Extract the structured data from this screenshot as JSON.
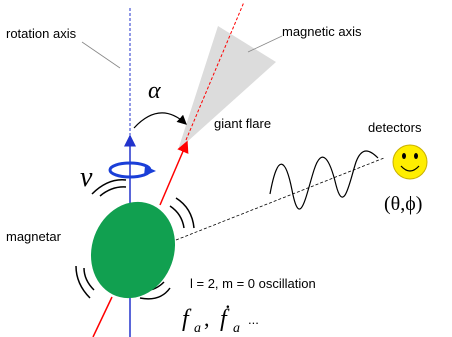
{
  "labels": {
    "rotation_axis": "rotation axis",
    "magnetic_axis": "magnetic axis",
    "alpha": "α",
    "giant_flare": "giant flare",
    "detectors": "detectors",
    "nu": "ν",
    "magnetar": "magnetar",
    "oscillation": "l = 2, m = 0 oscillation",
    "angles": "(θ,ϕ)",
    "freq_f": "f",
    "freq_sub": "a",
    "freq_comma": ",",
    "freq_fdot": "ḟ",
    "freq_sub2": "a",
    "freq_ellipsis": "..."
  },
  "colors": {
    "rotation_axis": "#2233cc",
    "magnetic_axis": "#ff0000",
    "magnetar": "#11a050",
    "flare_cone": "#dcdcdc",
    "spin_arrow": "#1a3fd8",
    "smiley_face": "#ffee00"
  }
}
